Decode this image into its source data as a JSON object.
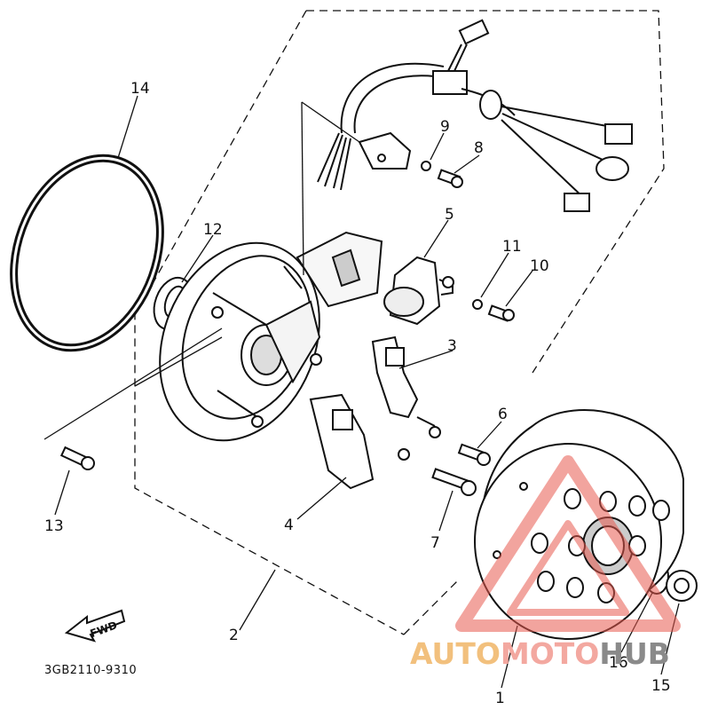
{
  "diagram": {
    "part_labels": {
      "p1": "1",
      "p2": "2",
      "p3": "3",
      "p4": "4",
      "p5": "5",
      "p6": "6",
      "p7": "7",
      "p8": "8",
      "p9": "9",
      "p10": "10",
      "p11": "11",
      "p12": "12",
      "p13": "13",
      "p14": "14",
      "p15": "15",
      "p16": "16"
    },
    "fwd_label": "FWD",
    "catalog_code": "3GB2110-9310"
  },
  "watermark": {
    "auto": "AUTO",
    "moto": "MOTO",
    "hub": "HUB",
    "colors": {
      "auto": "#f2c07d",
      "moto": "#f3a8a0",
      "hub": "#8a8a8a",
      "triangle": "#e85a4f"
    }
  }
}
